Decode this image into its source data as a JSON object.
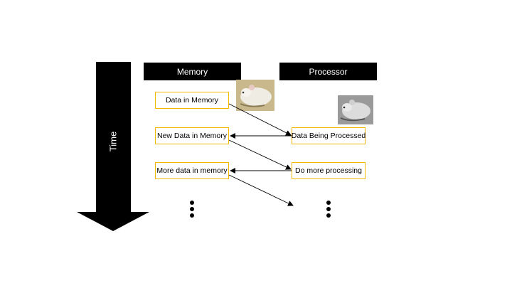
{
  "headers": {
    "memory": "Memory",
    "processor": "Processor"
  },
  "time_label": "Time",
  "memory_boxes": [
    "Data in Memory",
    "New Data in Memory",
    "More data in memory"
  ],
  "processor_boxes": [
    "Data Being Processed",
    "Do more processing"
  ],
  "colors": {
    "box_border": "#f5b800",
    "header_bg": "#000000",
    "arrow": "#000000"
  },
  "icons": {
    "memory_image": "mouse-photo-icon",
    "processor_image": "mouse-photo-icon"
  }
}
